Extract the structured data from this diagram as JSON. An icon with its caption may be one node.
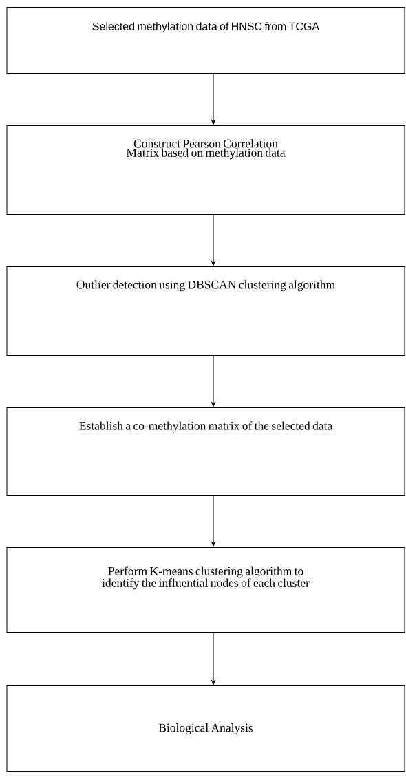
{
  "diagram": {
    "nodes": [
      {
        "text": [
          "Selected methylation data of HNSC from TCGA"
        ]
      },
      {
        "text": [
          "Construct Pearson Correlation Matrix based on methylation data"
        ]
      },
      {
        "text": [
          "Outlier detection using DBSCAN clustering algorithm"
        ]
      },
      {
        "text": [
          "Establish a co-methylation matrix of the selected data"
        ]
      },
      {
        "text": [
          "Perform K-means clustering algorithm to identify the influential nodes of each cluster"
        ]
      },
      {
        "text": [
          "Biological Analysis"
        ]
      }
    ],
    "edges": [
      {
        "from": 0,
        "to": 1,
        "arrow": "to"
      },
      {
        "from": 1,
        "to": 2,
        "arrow": "to"
      },
      {
        "from": 2,
        "to": 3,
        "arrow": "to"
      },
      {
        "from": 3,
        "to": 4,
        "arrow": "to"
      },
      {
        "from": 4,
        "to": 5,
        "arrow": "to"
      }
    ]
  }
}
